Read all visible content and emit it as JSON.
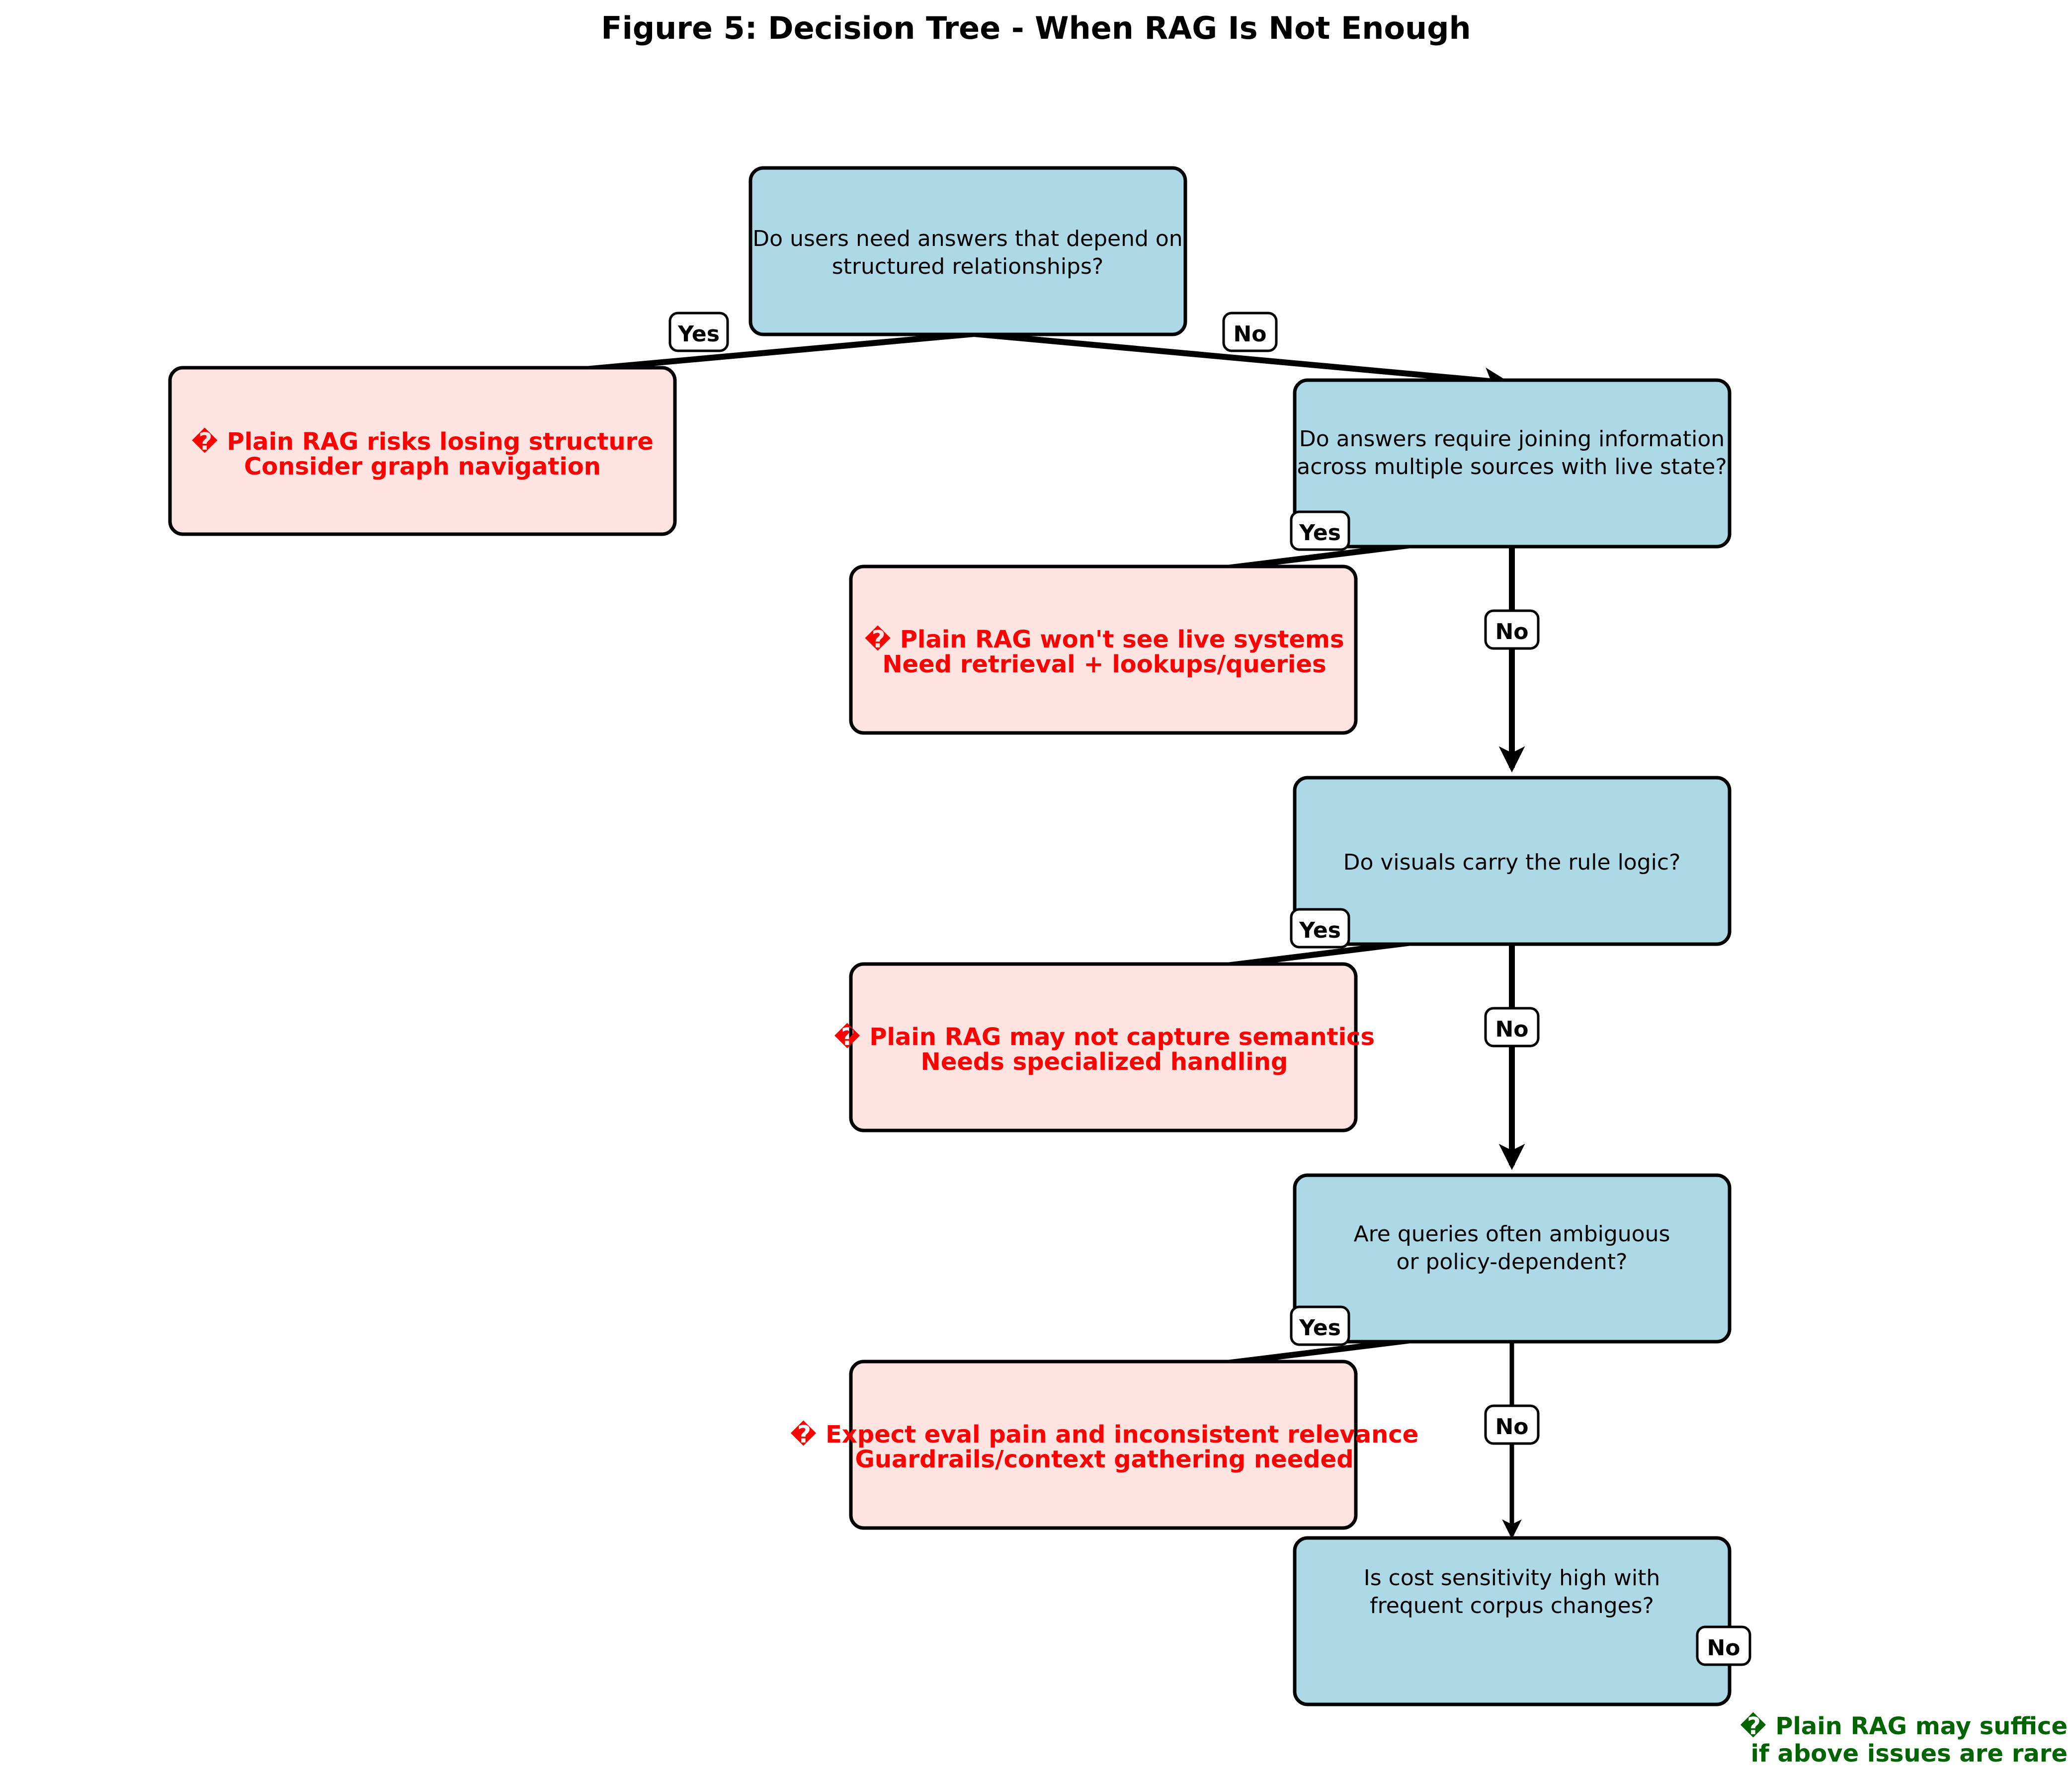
{
  "figure": {
    "title": "Figure 5: Decision Tree - When RAG Is Not Enough",
    "accent_blue": "#ADD8E6",
    "accent_pink": "#FFE4E1",
    "warning_color": "#FF0000",
    "success_color": "#006400",
    "stroke_color": "#000000"
  },
  "edge_labels": {
    "yes": "Yes",
    "no": "No"
  },
  "decisions": [
    {
      "id": "structured-relationships",
      "line1": "Do users need answers that depend on",
      "line2": "structured relationships?"
    },
    {
      "id": "join-live-state",
      "line1": "Do answers require joining information",
      "line2": "across multiple sources with live state?"
    },
    {
      "id": "visuals-rule-logic",
      "line1": "Do visuals carry the rule logic?",
      "line2": ""
    },
    {
      "id": "ambiguous-queries",
      "line1": "Are queries often ambiguous",
      "line2": "or policy-dependent?"
    },
    {
      "id": "cost-sensitivity",
      "line1": "Is cost sensitivity high with",
      "line2": "frequent corpus changes?"
    }
  ],
  "warnings": [
    {
      "id": "losing-structure",
      "icon": "�",
      "line1": "Plain RAG risks losing structure",
      "line2": "Consider graph navigation"
    },
    {
      "id": "live-systems",
      "icon": "�",
      "line1": "Plain RAG won't see live systems",
      "line2": "Need retrieval + lookups/queries"
    },
    {
      "id": "semantics",
      "icon": "�",
      "line1": "Plain RAG may not capture semantics",
      "line2": "Needs specialized handling"
    },
    {
      "id": "eval-pain",
      "icon": "�",
      "line1": "Expect eval pain and inconsistent relevance",
      "line2": "Guardrails/context gathering needed"
    }
  ],
  "final_outcome": {
    "id": "plain-rag-suffices",
    "icon": "�",
    "line1": "Plain RAG may suffice",
    "line2": "if above issues are rare"
  }
}
